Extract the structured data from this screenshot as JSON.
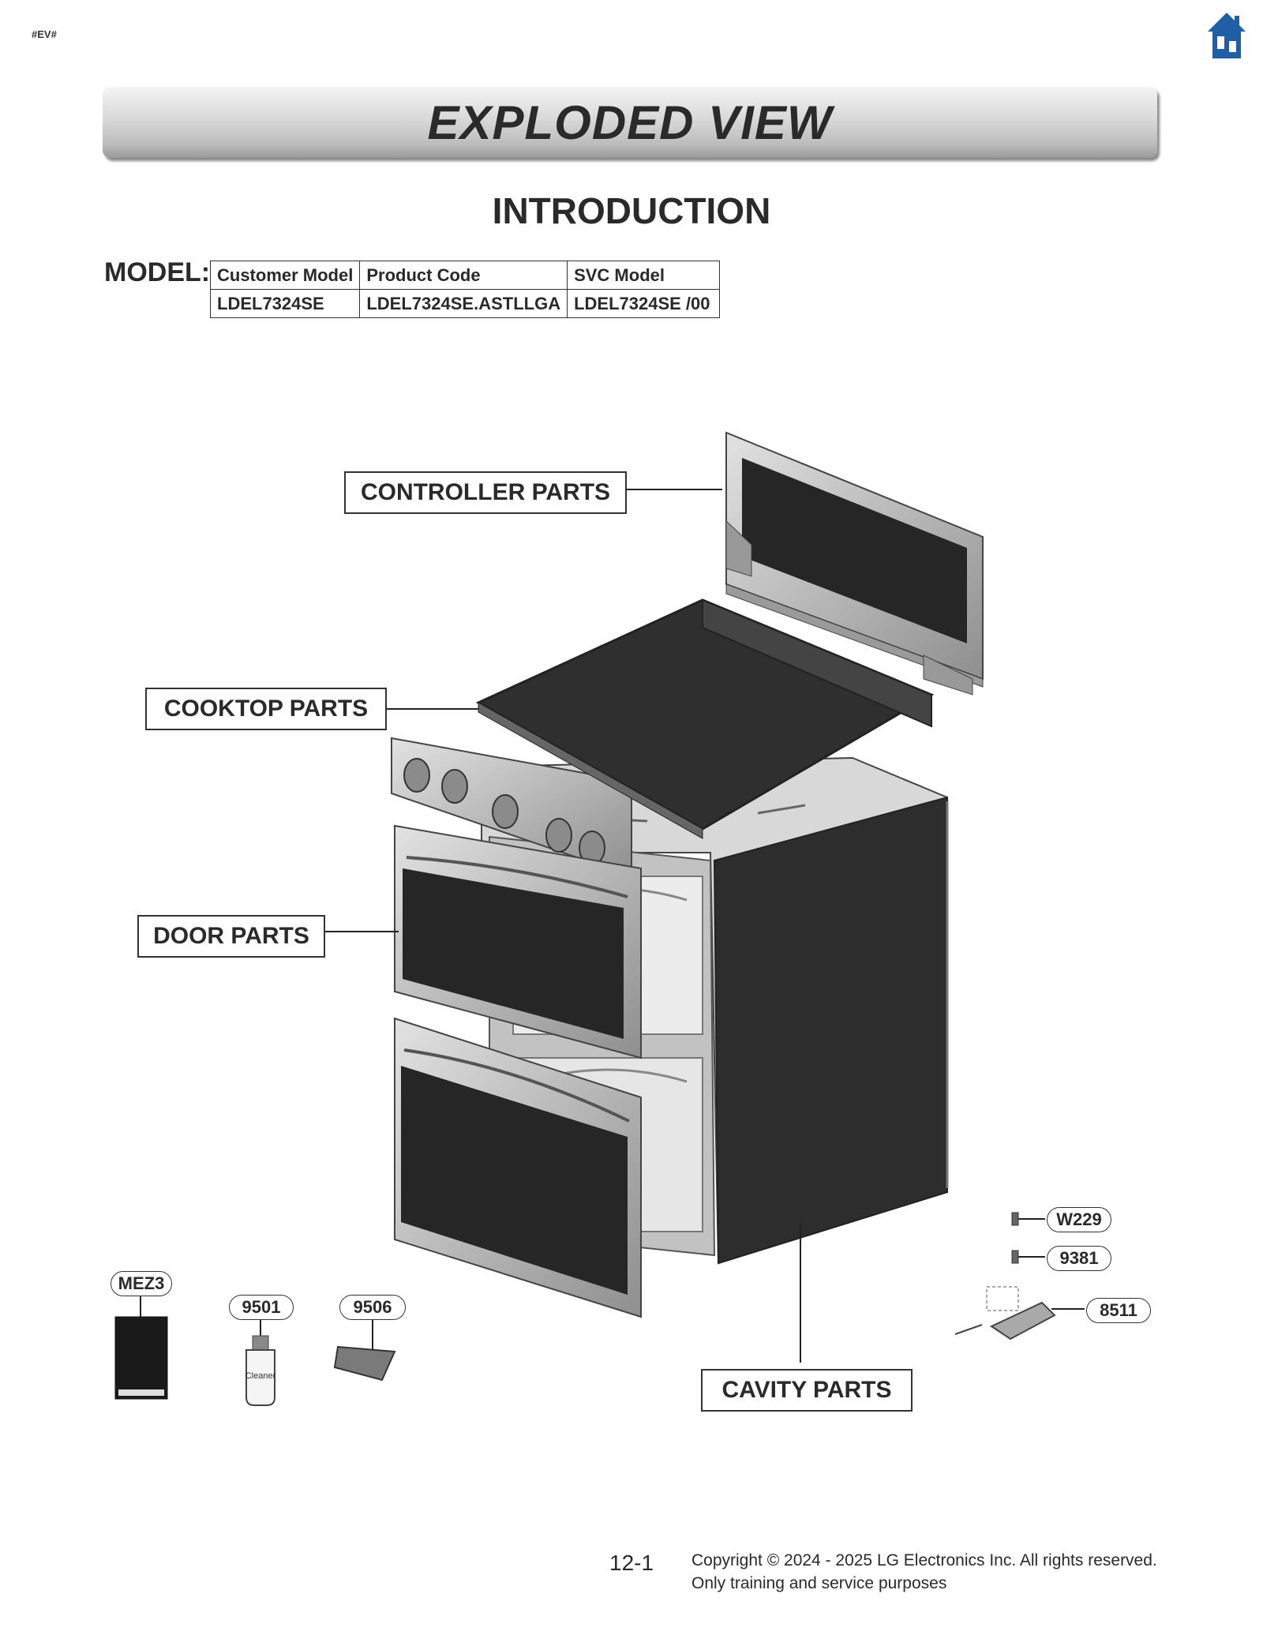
{
  "header": {
    "tag": "#EV#",
    "home_icon": "home-icon"
  },
  "banner": {
    "title": "EXPLODED VIEW"
  },
  "section_title": "INTRODUCTION",
  "model": {
    "label": "MODEL:",
    "headers": [
      "Customer Model",
      "Product Code",
      "SVC Model"
    ],
    "values": [
      "LDEL7324SE",
      "LDEL7324SE.ASTLLGA",
      "LDEL7324SE  /00"
    ]
  },
  "callouts": {
    "controller": "CONTROLLER PARTS",
    "cooktop": "COOKTOP PARTS",
    "door": "DOOR PARTS",
    "cavity": "CAVITY PARTS"
  },
  "part_numbers": {
    "mez3": "MEZ3",
    "p9501": "9501",
    "p9506": "9506",
    "w229": "W229",
    "p9381": "9381",
    "p8511": "8511"
  },
  "accessories": {
    "cleaner_label": "Cleaner"
  },
  "footer": {
    "page": "12-1",
    "copyright": "Copyright © 2024 - 2025 LG Electronics Inc. All rights reserved.",
    "note": "Only training and service purposes"
  },
  "colors": {
    "home_icon": "#1f5fa6",
    "panel_dark": "#2b2b2b",
    "metal": "#b9b9b9"
  }
}
